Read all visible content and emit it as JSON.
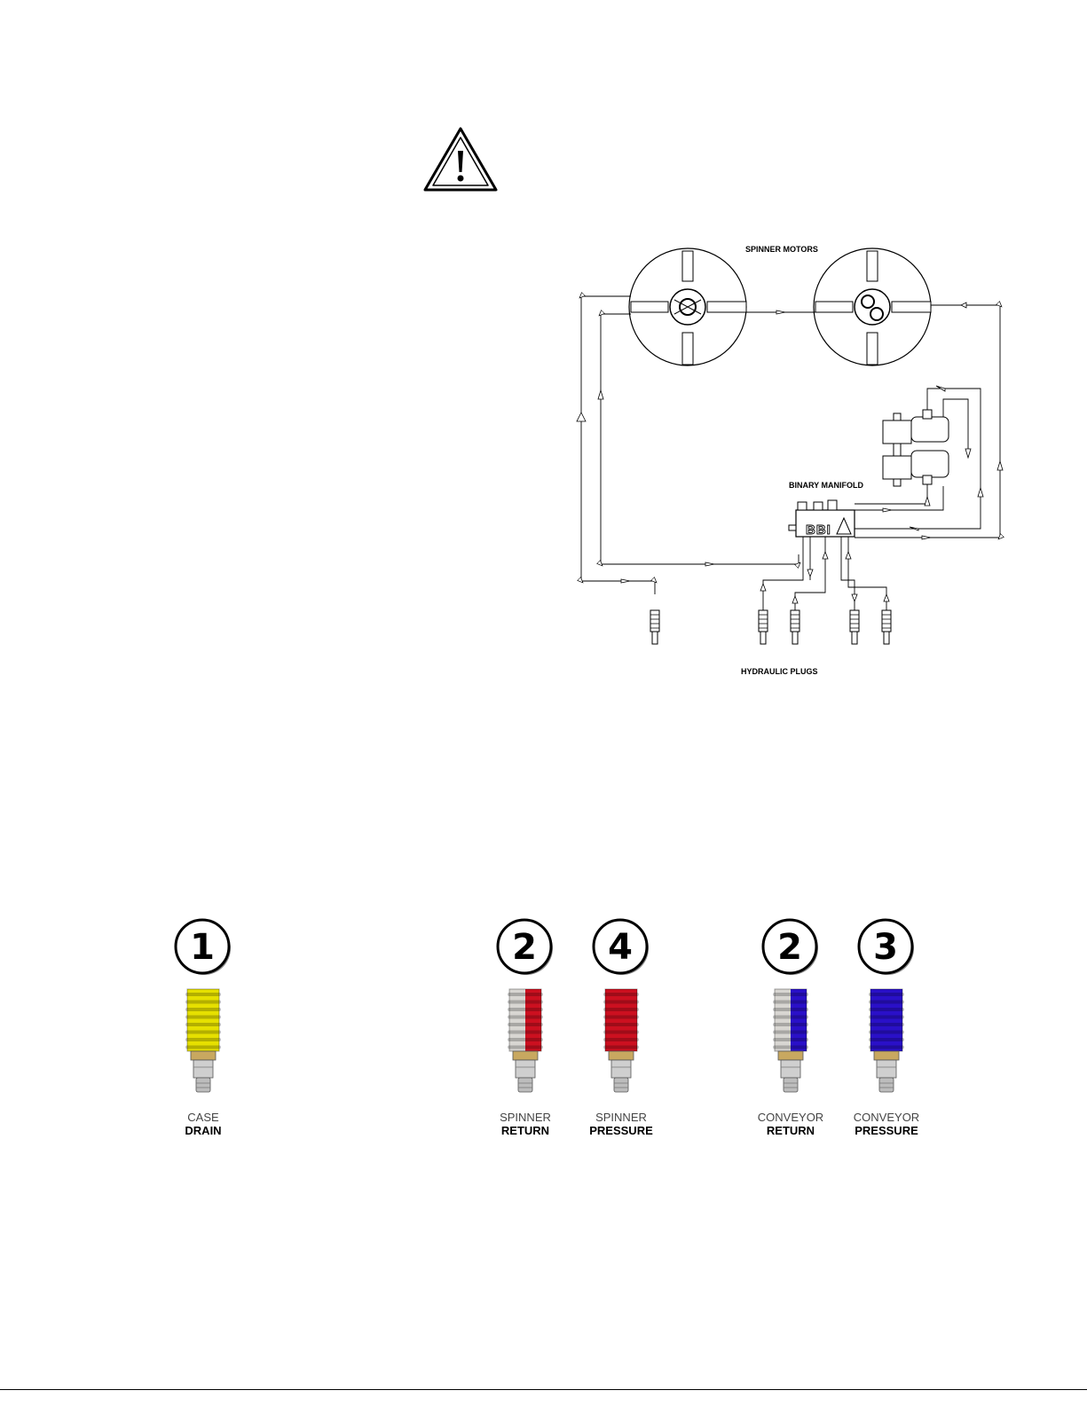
{
  "schematic": {
    "spinner_motors_label": "SPINNER MOTORS",
    "binary_manifold_label": "BINARY MANIFOLD",
    "manifold_text": "BBI",
    "hydraulic_plugs_label": "HYDRAULIC PLUGS"
  },
  "plugs": [
    {
      "number": "1",
      "line1": "CASE",
      "line2": "DRAIN",
      "color": "#e6e000",
      "split": false
    },
    {
      "number": "2",
      "line1": "SPINNER",
      "line2": "RETURN",
      "color": "#cc1020",
      "split": true
    },
    {
      "number": "4",
      "line1": "SPINNER",
      "line2": "PRESSURE",
      "color": "#cc1020",
      "split": false
    },
    {
      "number": "2",
      "line1": "CONVEYOR",
      "line2": "RETURN",
      "color": "#2a10c8",
      "split": true
    },
    {
      "number": "3",
      "line1": "CONVEYOR",
      "line2": "PRESSURE",
      "color": "#2a10c8",
      "split": false
    }
  ],
  "icons": {
    "warning": "warning-triangle-icon",
    "plug": "hydraulic-plug-icon"
  }
}
